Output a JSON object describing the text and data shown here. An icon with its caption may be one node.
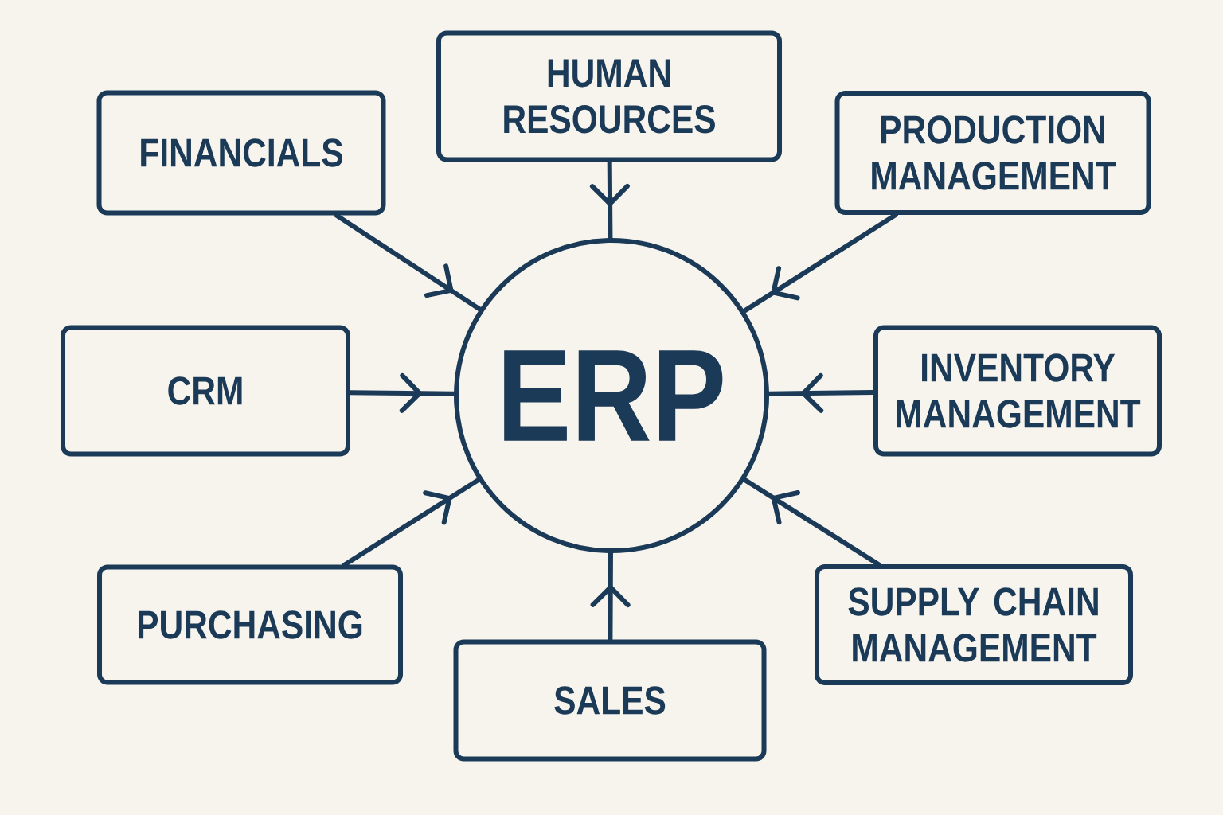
{
  "diagram": {
    "nodes": [
      {
        "text": [
          "FINANCIALS"
        ]
      },
      {
        "text": [
          "HUMAN RESOURCES"
        ]
      },
      {
        "text": [
          "PRODUCTION MANAGEMENT"
        ]
      },
      {
        "text": [
          "CRM"
        ]
      },
      {
        "text": [
          "ERP"
        ]
      },
      {
        "text": [
          "INVENTORY MANAGEMENT"
        ]
      },
      {
        "text": [
          "PURCHASING"
        ]
      },
      {
        "text": [
          "SUPPLY CHAIN MANAGEMENT"
        ]
      },
      {
        "text": [
          "SALES"
        ]
      }
    ],
    "edges": [
      {
        "from": 0,
        "to": 4,
        "arrow": "to"
      },
      {
        "from": 1,
        "to": 4,
        "arrow": "to"
      },
      {
        "from": 2,
        "to": 4,
        "arrow": "to"
      },
      {
        "from": 3,
        "to": 4,
        "arrow": "to"
      },
      {
        "from": 5,
        "to": 4,
        "arrow": "to"
      },
      {
        "from": 6,
        "to": 4,
        "arrow": "to"
      },
      {
        "from": 7,
        "to": 4,
        "arrow": "to"
      },
      {
        "from": 8,
        "to": 4,
        "arrow": "to"
      }
    ]
  }
}
